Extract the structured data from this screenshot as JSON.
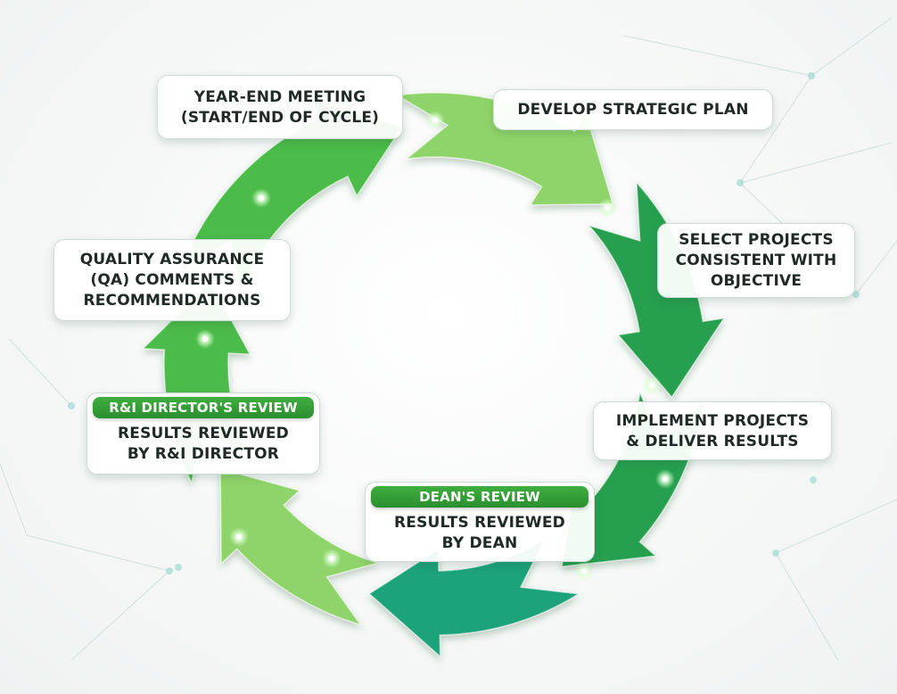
{
  "steps": {
    "year_end": {
      "text": "YEAR-END MEETING\n(START/END OF CYCLE)"
    },
    "strategic_plan": {
      "text": "DEVELOP STRATEGIC PLAN"
    },
    "select_projects": {
      "text": "SELECT PROJECTS\nCONSISTENT WITH\nOBJECTIVE"
    },
    "implement": {
      "text": "IMPLEMENT PROJECTS\n& DELIVER RESULTS"
    },
    "dean_review": {
      "tag": "DEAN'S REVIEW",
      "text": "RESULTS REVIEWED\nBY DEAN"
    },
    "director_review": {
      "tag": "R&I DIRECTOR'S REVIEW",
      "text": "RESULTS REVIEWED\nBY R&I DIRECTOR"
    },
    "qa": {
      "text": "QUALITY ASSURANCE\n(QA) COMMENTS &\nRECOMMENDATIONS"
    }
  },
  "colors": {
    "arrow_light": "#8fd46a",
    "arrow_mid": "#4cbb4a",
    "arrow_dark": "#25a050",
    "arrow_teal": "#1fa37a",
    "tag_green": "#2f9a34",
    "text": "#1f2a26"
  }
}
